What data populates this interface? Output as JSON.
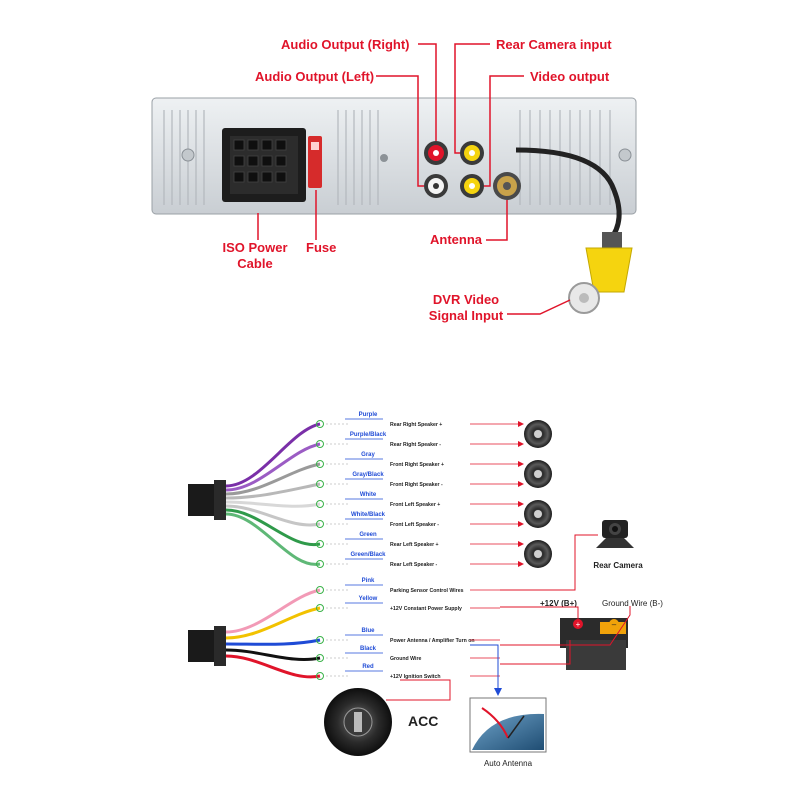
{
  "top_labels": {
    "audio_right": "Audio Output (Right)",
    "audio_left": "Audio Output (Left)",
    "rear_camera": "Rear Camera input",
    "video_output": "Video output",
    "iso_power_1": "ISO Power",
    "iso_power_2": "Cable",
    "fuse": "Fuse",
    "antenna": "Antenna",
    "dvr_1": "DVR Video",
    "dvr_2": "Signal Input"
  },
  "wires": [
    {
      "color": "Purple",
      "function": "Rear Right Speaker +",
      "hex": "#7a2fa8"
    },
    {
      "color": "Purple/Black",
      "function": "Rear Right Speaker -",
      "hex": "#9b5cc4"
    },
    {
      "color": "Gray",
      "function": "Front Right Speaker +",
      "hex": "#9a9a9a"
    },
    {
      "color": "Gray/Black",
      "function": "Front Right Speaker -",
      "hex": "#b8b8b8"
    },
    {
      "color": "White",
      "function": "Front Left Speaker +",
      "hex": "#d8d8d8"
    },
    {
      "color": "White/Black",
      "function": "Front Left Speaker -",
      "hex": "#c6c6c6"
    },
    {
      "color": "Green",
      "function": "Rear Left Speaker +",
      "hex": "#2f9a4a"
    },
    {
      "color": "Green/Black",
      "function": "Rear Left Speaker -",
      "hex": "#5fb877"
    }
  ],
  "power_wires": [
    {
      "color": "Pink",
      "function": "Parking Sensor Control Wires",
      "hex": "#f29ab6"
    },
    {
      "color": "Yellow",
      "function": "+12V Constant Power Supply",
      "hex": "#f2c200"
    },
    {
      "color": "Blue",
      "function": "Power Antenna / Amplifier Turn on",
      "hex": "#1f4bd6"
    },
    {
      "color": "Black",
      "function": "Ground Wire",
      "hex": "#111111"
    },
    {
      "color": "Red",
      "function": "+12V  Ignition Switch",
      "hex": "#e0142a"
    }
  ],
  "devices": {
    "rear_camera": "Rear Camera",
    "battery_plus": "+12V  (B+)",
    "ground_wire": "Ground Wire (B-)",
    "acc": "ACC",
    "auto_antenna": "Auto Antenna"
  },
  "colors": {
    "callout_red": "#e0142a",
    "wire_label_blue": "#1f4bd6",
    "rca_yellow": "#f5d40f",
    "panel_gray": "#dfe3e6"
  }
}
